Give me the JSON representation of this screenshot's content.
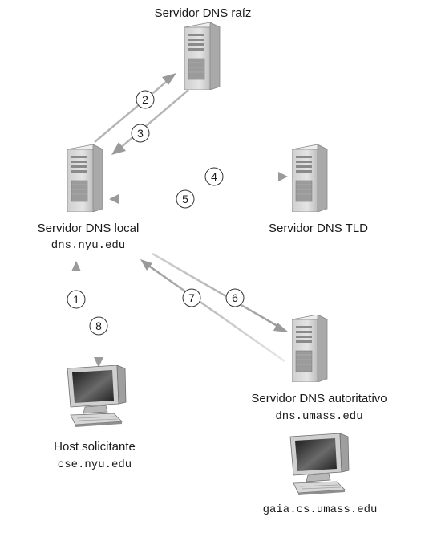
{
  "servers": {
    "root": {
      "name": "Servidor DNS raíz"
    },
    "local": {
      "name": "Servidor DNS local",
      "host": "dns.nyu.edu"
    },
    "tld": {
      "name": "Servidor DNS TLD"
    },
    "authoritative": {
      "name": "Servidor DNS autoritativo",
      "host": "dns.umass.edu"
    }
  },
  "clients": {
    "requesting": {
      "name": "Host solicitante",
      "host": "cse.nyu.edu"
    },
    "target": {
      "host": "gaia.cs.umass.edu"
    }
  },
  "steps": [
    "1",
    "2",
    "3",
    "4",
    "5",
    "6",
    "7",
    "8"
  ],
  "colors": {
    "arrow_dark": "#9a9a9a",
    "arrow_light": "#d2d2d2",
    "server_body": "#d9d9d9",
    "text": "#1a1a1a"
  },
  "icons": [
    "server-tower-icon",
    "desktop-computer-icon"
  ]
}
